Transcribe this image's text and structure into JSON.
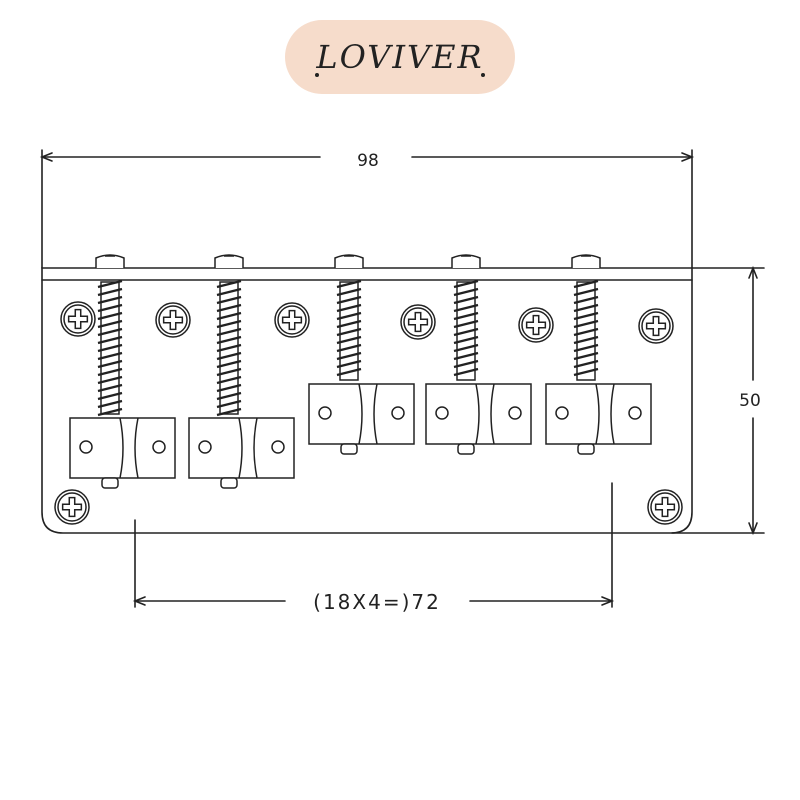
{
  "brand": {
    "name": "LOVIVER",
    "pill_color": "#f6dccb"
  },
  "dimensions": {
    "width": "98",
    "height": "50",
    "spacing": "(18X4=)72"
  },
  "colors": {
    "line": "#222222",
    "background": "#ffffff"
  }
}
